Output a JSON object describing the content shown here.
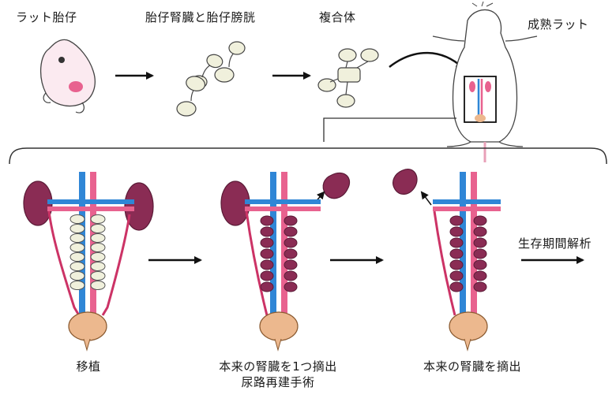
{
  "top_row": {
    "embryo_label": "ラット胎仔",
    "organs_label": "胎仔腎臓と胎仔膀胱",
    "complex_label": "複合体",
    "adult_label": "成熟ラット"
  },
  "bottom_row": {
    "step1_label": "移植",
    "step2_label_line1": "本来の腎臓を1つ摘出",
    "step2_label_line2": "尿路再建手術",
    "step3_label": "本来の腎臓を摘出",
    "final_label": "生存期間解析"
  },
  "colors": {
    "artery": "#e8628f",
    "vein": "#2f86d6",
    "kidney": "#8a2c54",
    "fetal_kidney": "#f0f0dc",
    "bladder": "#ecb88e",
    "embryo": "#fbeaf0",
    "outline": "#333333"
  }
}
